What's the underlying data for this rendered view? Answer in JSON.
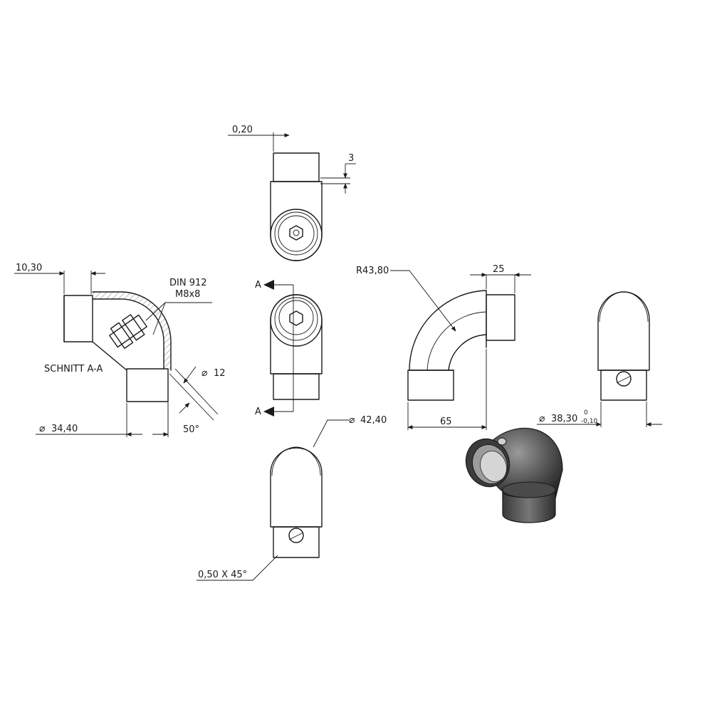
{
  "dimensions": {
    "gap_top": "0,20",
    "step": "3",
    "sleeve_length": "10,30",
    "screw_standard": "DIN 912",
    "screw_size": "M8x8",
    "section_label": "SCHNITT A-A",
    "hole_diameter": "12",
    "outer_diameter_small": "34,40",
    "angle": "50°",
    "cut_a_top": "A",
    "cut_a_bottom": "A",
    "outer_diameter_large": "42,40",
    "chamfer": "0,50 X 45°",
    "bend_radius": "R43,80",
    "spigot_length": "25",
    "overall_width": "65",
    "tube_diameter": "38,30",
    "tol_upper": "0",
    "tol_lower": "-0,10"
  },
  "symbols": {
    "diameter_glyph": "⌀"
  }
}
